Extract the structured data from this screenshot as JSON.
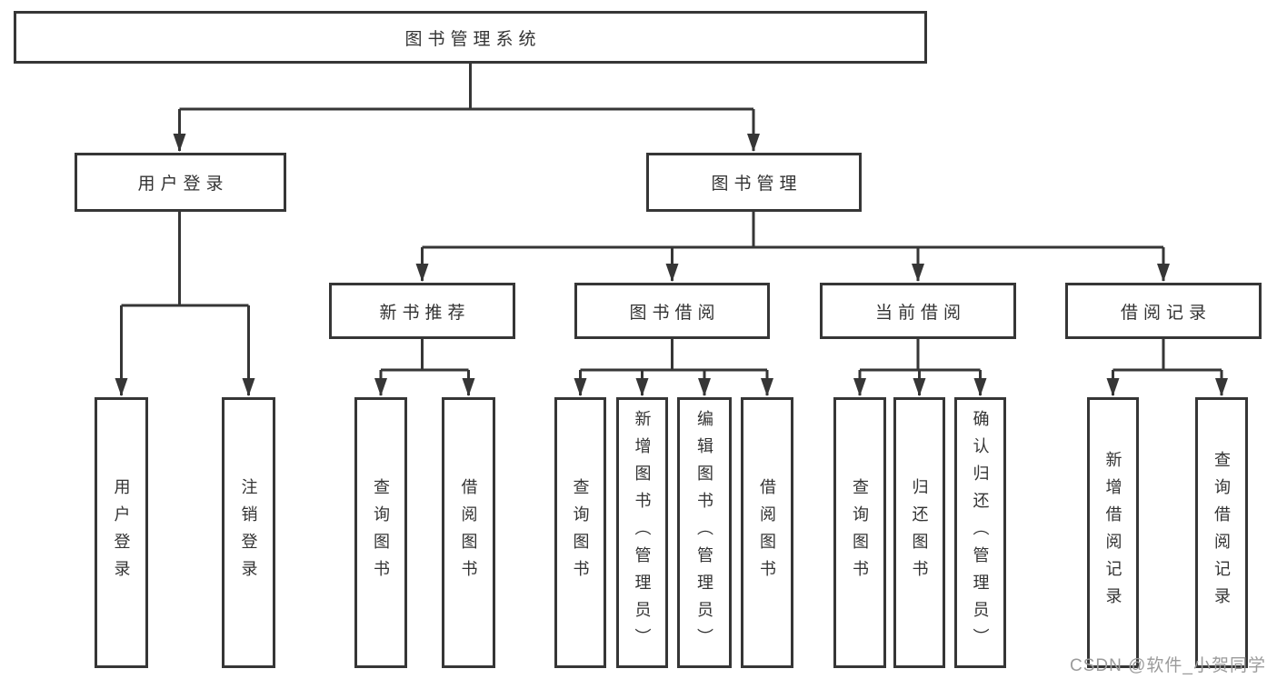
{
  "diagram": {
    "type": "tree-structure-chart",
    "description": "Functional decomposition diagram of a library management system"
  },
  "colors": {
    "line": "#363636",
    "text": "#333333",
    "background": "#ffffff",
    "watermark": "#9b9b9b"
  },
  "nodes": {
    "root": {
      "label": "图书管理系统"
    },
    "user_login": {
      "label": "用户登录"
    },
    "book_mgmt": {
      "label": "图书管理"
    },
    "new_book_rec": {
      "label": "新书推荐"
    },
    "book_borrow": {
      "label": "图书借阅"
    },
    "current_borrow": {
      "label": "当前借阅"
    },
    "borrow_record": {
      "label": "借阅记录"
    },
    "leaf_user_login": {
      "label": "用户登录"
    },
    "leaf_logout": {
      "label": "注销登录"
    },
    "rec_query_book": {
      "label": "查询图书"
    },
    "rec_borrow_book": {
      "label": "借阅图书"
    },
    "bb_query_book": {
      "label": "查询图书"
    },
    "bb_add_book": {
      "label": "新增图书（管理员）"
    },
    "bb_edit_book": {
      "label": "编辑图书（管理员）"
    },
    "bb_borrow_book": {
      "label": "借阅图书"
    },
    "cb_query_book": {
      "label": "查询图书"
    },
    "cb_return_book": {
      "label": "归还图书"
    },
    "cb_confirm_return": {
      "label": "确认归还（管理员）"
    },
    "br_add_record": {
      "label": "新增借阅记录"
    },
    "br_query_record": {
      "label": "查询借阅记录"
    }
  },
  "watermark": {
    "text": "CSDN @软件_小贺同学"
  }
}
